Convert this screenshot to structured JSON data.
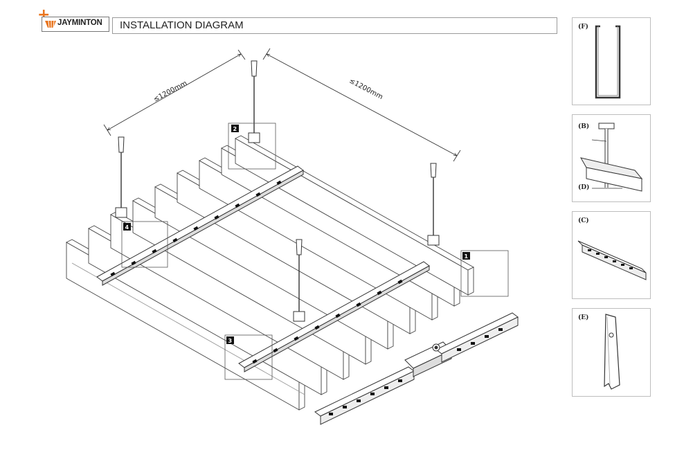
{
  "header": {
    "brand": "JAYMINTON",
    "title": "INSTALLATION DIAGRAM"
  },
  "colors": {
    "accent": "#e8741e",
    "line": "#333333",
    "border": "#bdbdbd"
  },
  "diagram": {
    "dim_left": "≤1200mm",
    "dim_right": "≤1200mm",
    "callouts": [
      "1",
      "2",
      "3",
      "4"
    ]
  },
  "panels": {
    "f": {
      "label": "(F)"
    },
    "bd": {
      "label_b": "(B)",
      "label_d": "(D)"
    },
    "c": {
      "label": "(C)"
    },
    "e": {
      "label": "(E)"
    }
  }
}
